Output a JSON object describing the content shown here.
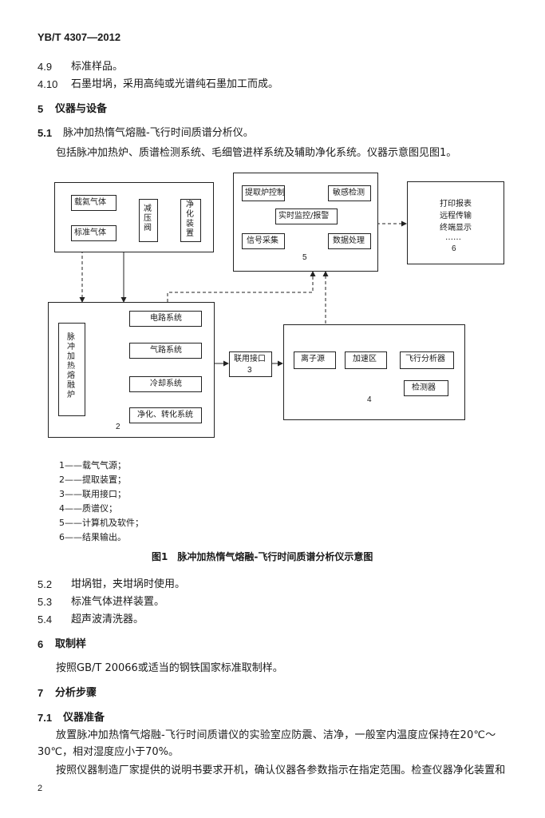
{
  "header": {
    "code": "YB/T 4307—2012"
  },
  "sections": {
    "s4_9": {
      "num": "4.9",
      "text": "标准样品。"
    },
    "s4_10": {
      "num": "4.10",
      "text": "石墨坩埚，采用高纯或光谱纯石墨加工而成。"
    },
    "s5": {
      "num": "5",
      "title": "仪器与设备"
    },
    "s5_1": {
      "num": "5.1",
      "text": "脉冲加热惰气熔融-飞行时间质谱分析仪。",
      "para": "包括脉冲加热炉、质谱检测系统、毛细管进样系统及辅助净化系统。仪器示意图见图1。"
    },
    "s5_2": {
      "num": "5.2",
      "text": "坩埚钳，夹坩埚时使用。"
    },
    "s5_3": {
      "num": "5.3",
      "text": "标准气体进样装置。"
    },
    "s5_4": {
      "num": "5.4",
      "text": "超声波清洗器。"
    },
    "s6": {
      "num": "6",
      "title": "取制样",
      "para": "按照GB/T 20066或适当的钢铁国家标准取制样。"
    },
    "s7": {
      "num": "7",
      "title": "分析步骤"
    },
    "s7_1": {
      "num": "7.1",
      "title": "仪器准备",
      "para1a": "放置脉冲加热惰气熔融-飞行时间质谱仪的实验室应防震、洁净，一般室内温度应保持在20℃～",
      "para1b": "30℃，相对湿度应小于70%。",
      "para2": "按照仪器制造厂家提供的说明书要求开机，确认仪器各参数指示在指定范围。检查仪器净化装置和"
    }
  },
  "diagram": {
    "box1": {
      "helium": "载氦气体",
      "standard": "标准气体",
      "valve": "减压阀",
      "purifier": "净化装置"
    },
    "box5": {
      "furnace_ctrl": "提取炉控制",
      "sensor": "敏感检测",
      "monitor": "实时监控/报警",
      "signal": "信号采集",
      "data": "数据处理",
      "num": "5"
    },
    "box6": {
      "lines": [
        "打印报表",
        "远程传输",
        "终端显示",
        "……"
      ],
      "num": "6"
    },
    "box2": {
      "furnace": "脉冲加热熔融炉",
      "circuit": "电路系统",
      "gas": "气路系统",
      "cooling": "冷却系统",
      "purify": "净化、转化系统",
      "num": "2"
    },
    "box3": {
      "label": "联用接口",
      "num": "3"
    },
    "box4": {
      "ion": "离子源",
      "accel": "加速区",
      "tof": "飞行分析器",
      "detector": "检测器",
      "num": "4"
    }
  },
  "legend": [
    "1——载气气源；",
    "2——提取装置；",
    "3——联用接口；",
    "4——质谱仪；",
    "5——计算机及软件；",
    "6——结果输出。"
  ],
  "figure_caption": "图1　脉冲加热惰气熔融-飞行时间质谱分析仪示意图",
  "footer": {
    "page": "2"
  }
}
